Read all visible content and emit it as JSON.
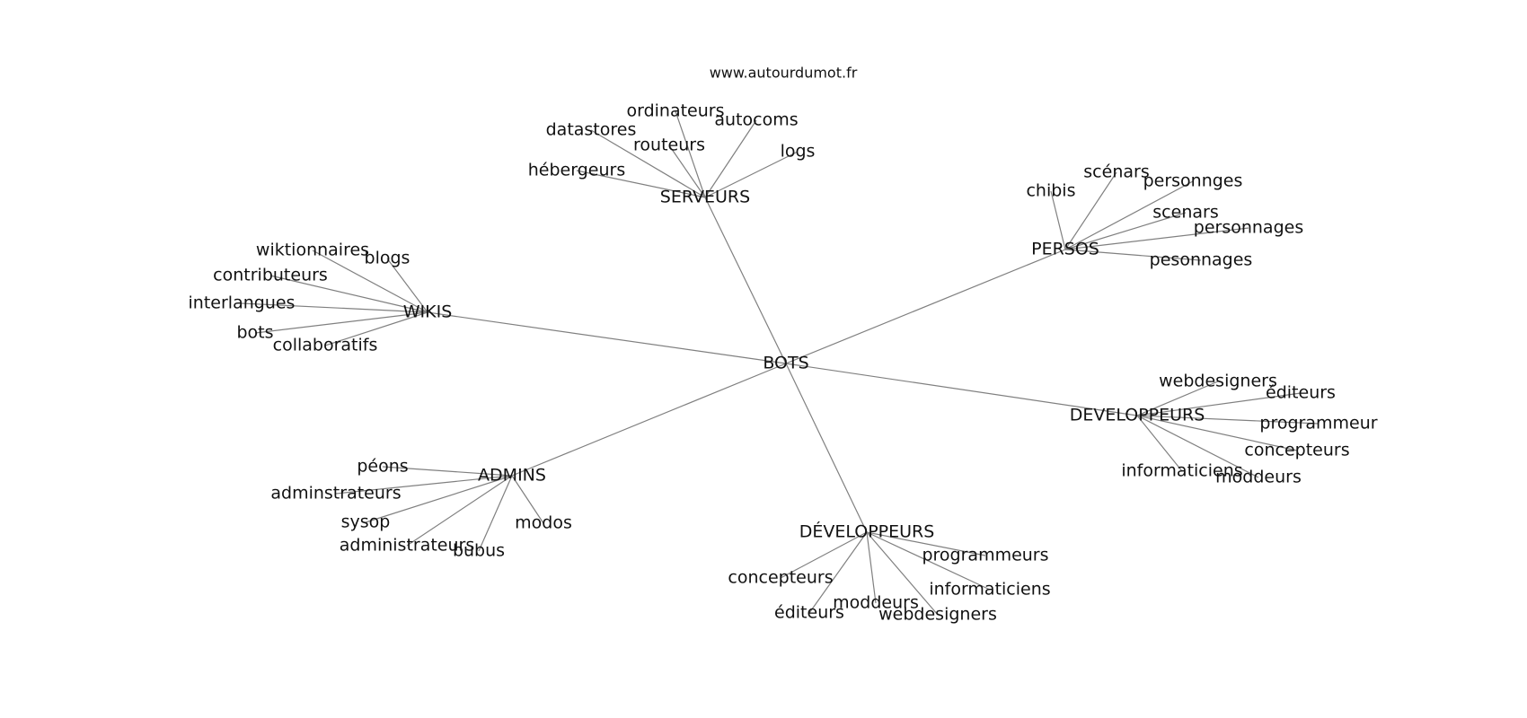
{
  "website": "www.autourdumot.fr",
  "graph": {
    "root": "BOTS",
    "clusters": [
      {
        "hub": "SERVEURS",
        "leaves": [
          "ordinateurs",
          "autocoms",
          "datastores",
          "routeurs",
          "logs",
          "hébergeurs"
        ]
      },
      {
        "hub": "PERSOS",
        "leaves": [
          "scénars",
          "chibis",
          "personnges",
          "scenars",
          "personnages",
          "pesonnages"
        ]
      },
      {
        "hub": "WIKIS",
        "leaves": [
          "wiktionnaires",
          "blogs",
          "contributeurs",
          "interlangues",
          "bots",
          "collaboratifs"
        ]
      },
      {
        "hub": "DEVELOPPEURS",
        "leaves": [
          "webdesigners",
          "éditeurs",
          "programmeur",
          "concepteurs",
          "informaticiens",
          "moddeurs"
        ]
      },
      {
        "hub": "ADMINS",
        "leaves": [
          "péons",
          "adminstrateurs",
          "sysop",
          "modos",
          "administrateurs",
          "bubus"
        ]
      },
      {
        "hub": "DÉVELOPPEURS",
        "leaves": [
          "programmeurs",
          "concepteurs",
          "informaticiens",
          "moddeurs",
          "éditeurs",
          "webdesigners"
        ]
      }
    ]
  }
}
